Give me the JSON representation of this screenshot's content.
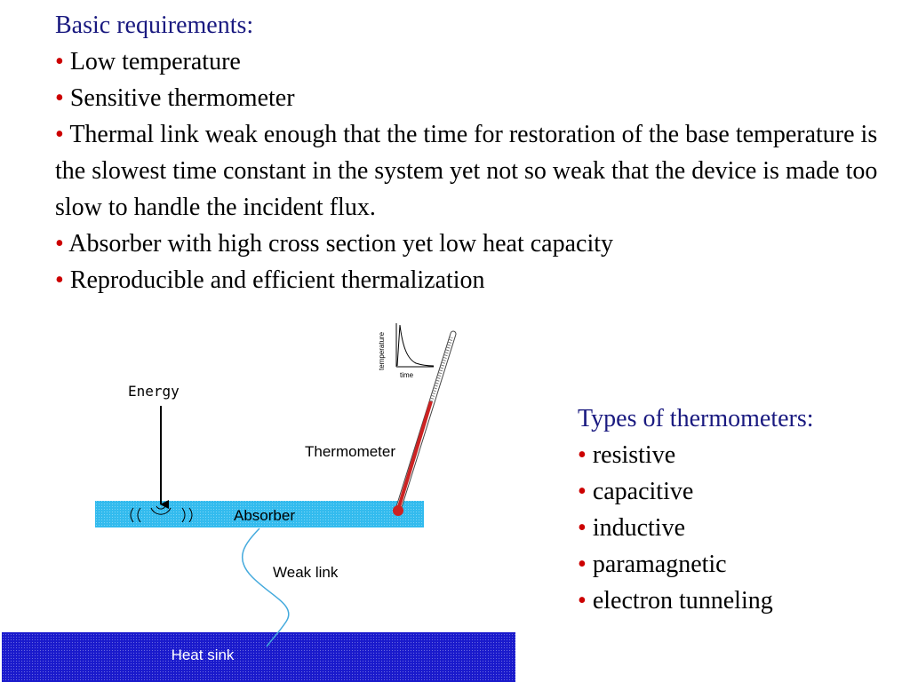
{
  "requirements": {
    "heading": "Basic requirements:",
    "bullet_char": "•",
    "items": [
      "Low temperature",
      "Sensitive thermometer",
      "Thermal link weak enough that the time for restoration of the base temperature is the slowest time constant in the system yet not so weak that the device is made too slow to handle the incident flux.",
      "Absorber with high  cross section yet low heat capacity",
      "Reproducible and efficient thermalization"
    ]
  },
  "types": {
    "heading": "Types of thermometers:",
    "items": [
      "resistive",
      "capacitive",
      "inductive",
      "paramagnetic",
      "electron tunneling"
    ]
  },
  "diagram": {
    "energy_label": "Energy",
    "absorber_label": "Absorber",
    "thermometer_label": "Thermometer",
    "weak_link_label": "Weak link",
    "heat_sink_label": "Heat sink",
    "inset": {
      "ylabel": "temperature",
      "xlabel": "time"
    }
  },
  "colors": {
    "heading": "#1a1a80",
    "bullet": "#cc0000",
    "absorber": "#33bbee",
    "heat_sink": "#1a1acc",
    "thermometer": "#cc2222",
    "weak_link": "#44aadd"
  }
}
